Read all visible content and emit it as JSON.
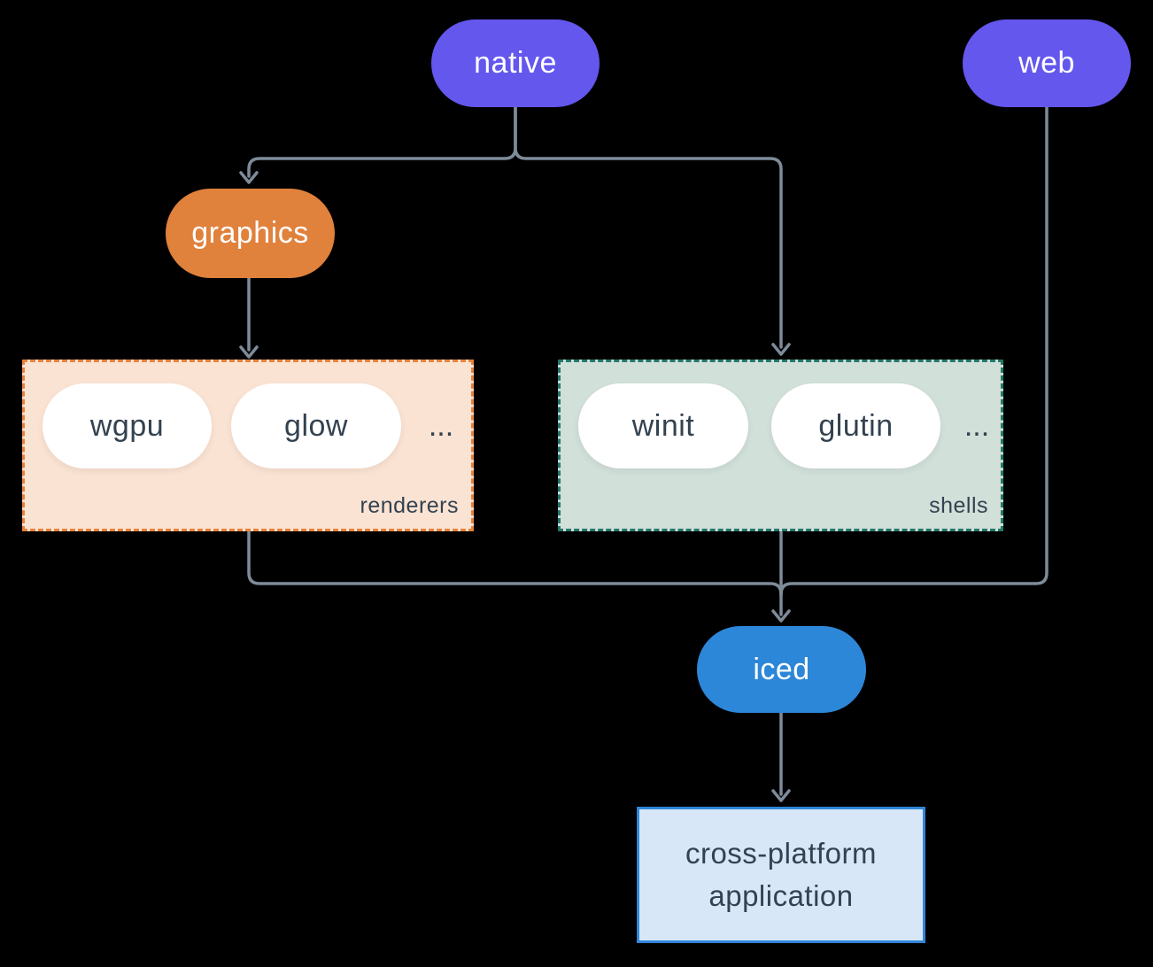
{
  "diagram": {
    "description": "iced ecosystem architecture diagram",
    "colors": {
      "background": "#000000",
      "connector": "#7e8b99",
      "native_web_fill": "#6457ee",
      "graphics_fill": "#e0813c",
      "iced_fill": "#2d87d9",
      "white_pill_fill": "#ffffff",
      "dark_text": "#334250",
      "light_text": "#ffffff",
      "renderers_fill": "#fbe3d3",
      "renderers_border": "#e8823c",
      "shells_fill": "#d2e0da",
      "shells_border": "#23786a",
      "app_fill": "#d7e7f8",
      "app_border": "#2f86d9"
    },
    "nodes": {
      "native": {
        "label": "native"
      },
      "web": {
        "label": "web"
      },
      "graphics": {
        "label": "graphics"
      },
      "iced": {
        "label": "iced"
      },
      "app": {
        "line1": "cross-platform",
        "line2": "application"
      }
    },
    "groups": {
      "renderers": {
        "label": "renderers",
        "items": [
          "wgpu",
          "glow"
        ],
        "ellipsis": "..."
      },
      "shells": {
        "label": "shells",
        "items": [
          "winit",
          "glutin"
        ],
        "ellipsis": "..."
      }
    },
    "edges": [
      "native -> graphics",
      "native -> shells",
      "graphics -> renderers",
      "renderers -> iced",
      "shells -> iced",
      "web -> iced",
      "iced -> cross-platform application"
    ]
  }
}
